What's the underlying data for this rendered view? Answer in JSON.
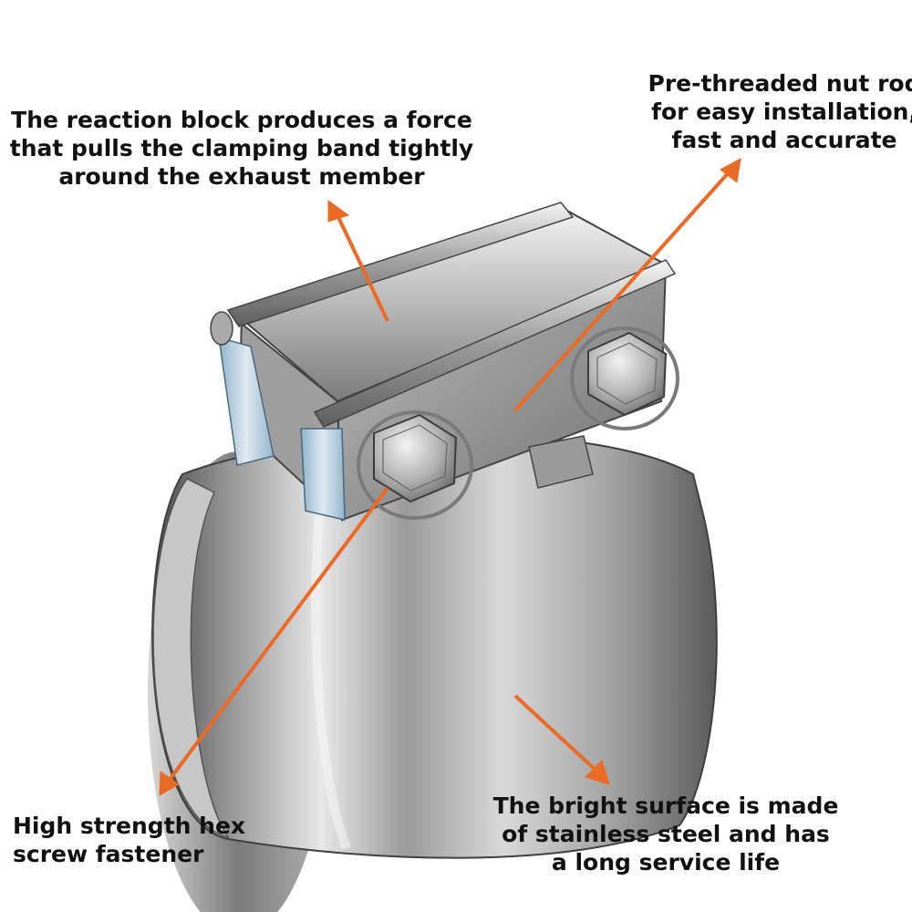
{
  "colors": {
    "arrow": "#ea6a26",
    "text": "#111111",
    "steel_light": "#e4e4e4",
    "steel_mid": "#a7a7a7",
    "steel_dark": "#555555"
  },
  "callouts": {
    "reaction_block": {
      "lines": [
        "The reaction block produces a force",
        "that pulls the clamping band tightly",
        "around the exhaust member"
      ]
    },
    "pre_threaded": {
      "lines": [
        "Pre-threaded nut rod",
        "for easy installation,",
        "fast and accurate"
      ]
    },
    "hex_fastener": {
      "lines": [
        "High strength hex",
        "screw fastener"
      ]
    },
    "bright_surface": {
      "lines": [
        "The bright surface is made",
        "of stainless steel and has",
        "a long service life"
      ]
    }
  }
}
